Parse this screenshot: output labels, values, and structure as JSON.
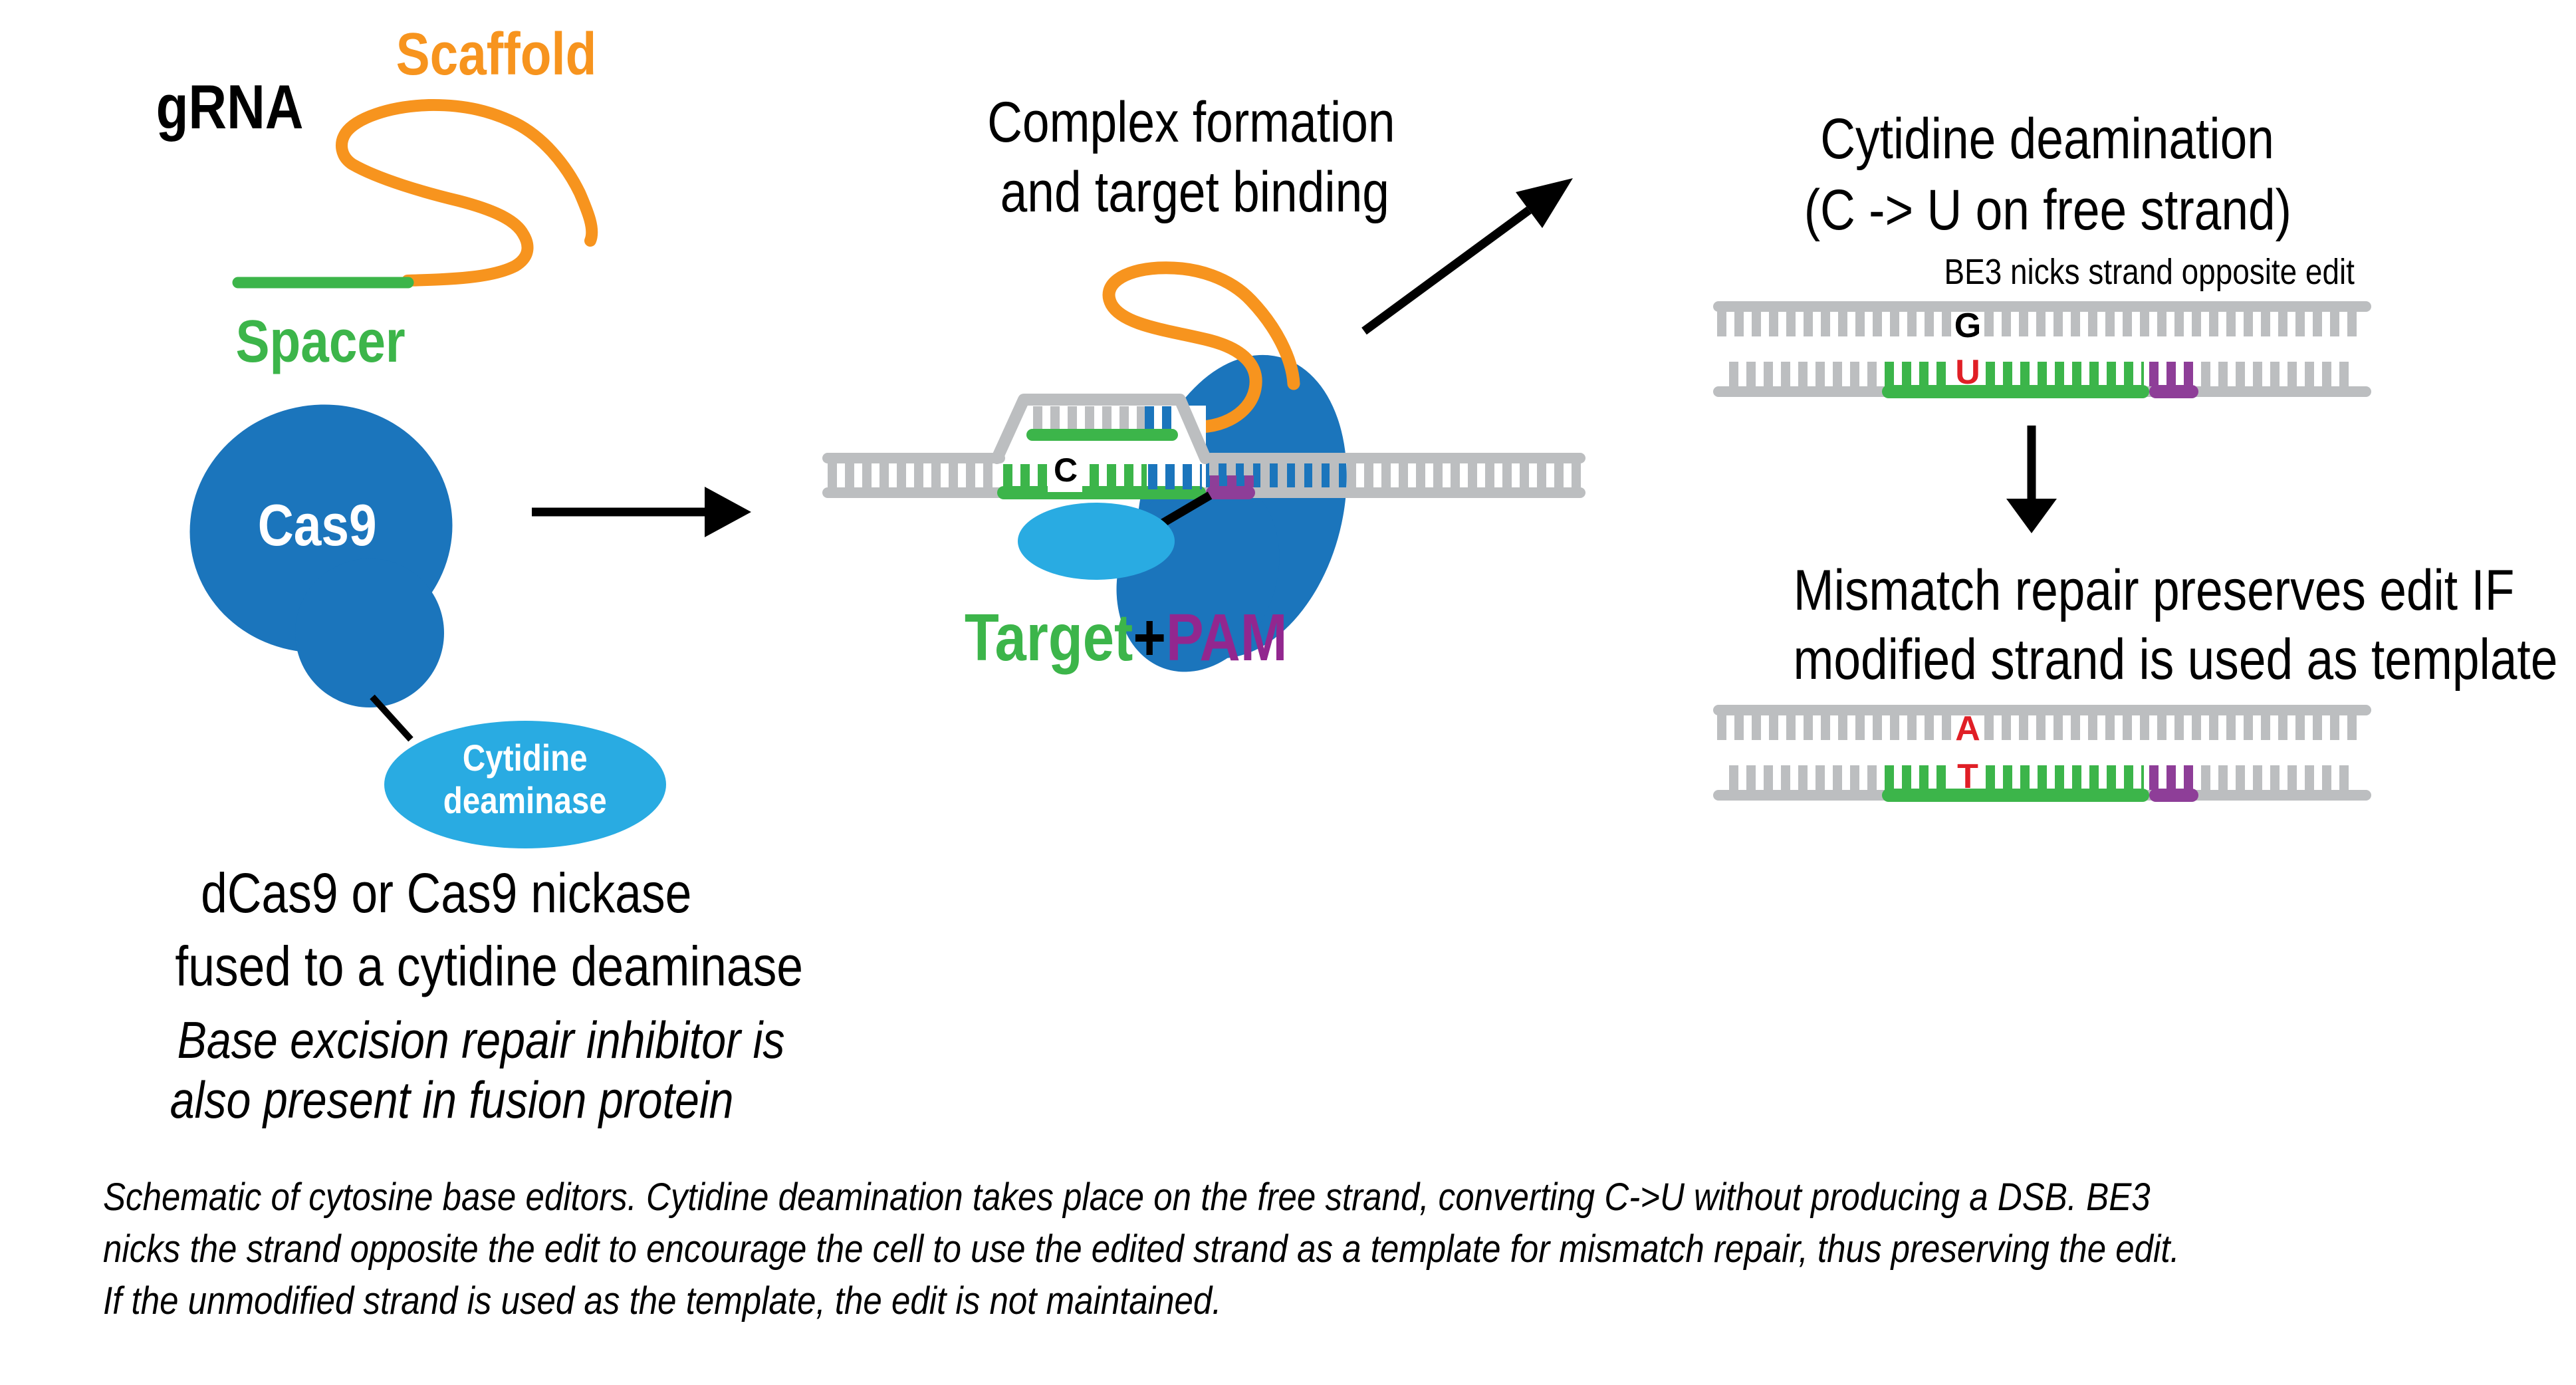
{
  "panel1": {
    "scaffold_label": "Scaffold",
    "grna_label": "gRNA",
    "spacer_label": "Spacer",
    "cas9_label": "Cas9",
    "deaminase_line1": "Cytidine",
    "deaminase_line2": "deaminase",
    "fusion_line1": "dCas9 or Cas9 nickase",
    "fusion_line2": "fused to a cytidine deaminase",
    "ber_line1": "Base excision repair inhibitor is",
    "ber_line2": "also present in fusion protein"
  },
  "panel2": {
    "heading_line1": "Complex formation",
    "heading_line2": "and target binding",
    "base_c": "C",
    "target_label": "Target",
    "plus_label": "+",
    "pam_label": "PAM"
  },
  "panel3": {
    "heading_line1": "Cytidine deamination",
    "heading_line2": "(C -> U on free strand)",
    "be3_note": "BE3 nicks strand opposite edit",
    "base_g": "G",
    "base_u": "U",
    "mismatch_line1": "Mismatch repair preserves edit IF",
    "mismatch_line2": "modified strand is used as template",
    "base_a": "A",
    "base_t": "T"
  },
  "caption": {
    "line1": "Schematic of cytosine base editors. Cytidine deamination takes place on the free strand, converting C->U without producing a DSB. BE3",
    "line2": "nicks the strand opposite the edit to encourage the cell to use the edited strand as a template for mismatch repair, thus preserving the edit.",
    "line3": "If the unmodified strand is used as the template, the edit is not maintained."
  },
  "colors": {
    "orange": "#F7941E",
    "green": "#3CB54A",
    "cas9_blue": "#1B75BC",
    "deaminase_blue": "#29ABE2",
    "pam_purple": "#8E3E98",
    "pam_text_purple": "#92278F",
    "dna_gray": "#BCBEC0",
    "edit_red": "#E01F26"
  }
}
